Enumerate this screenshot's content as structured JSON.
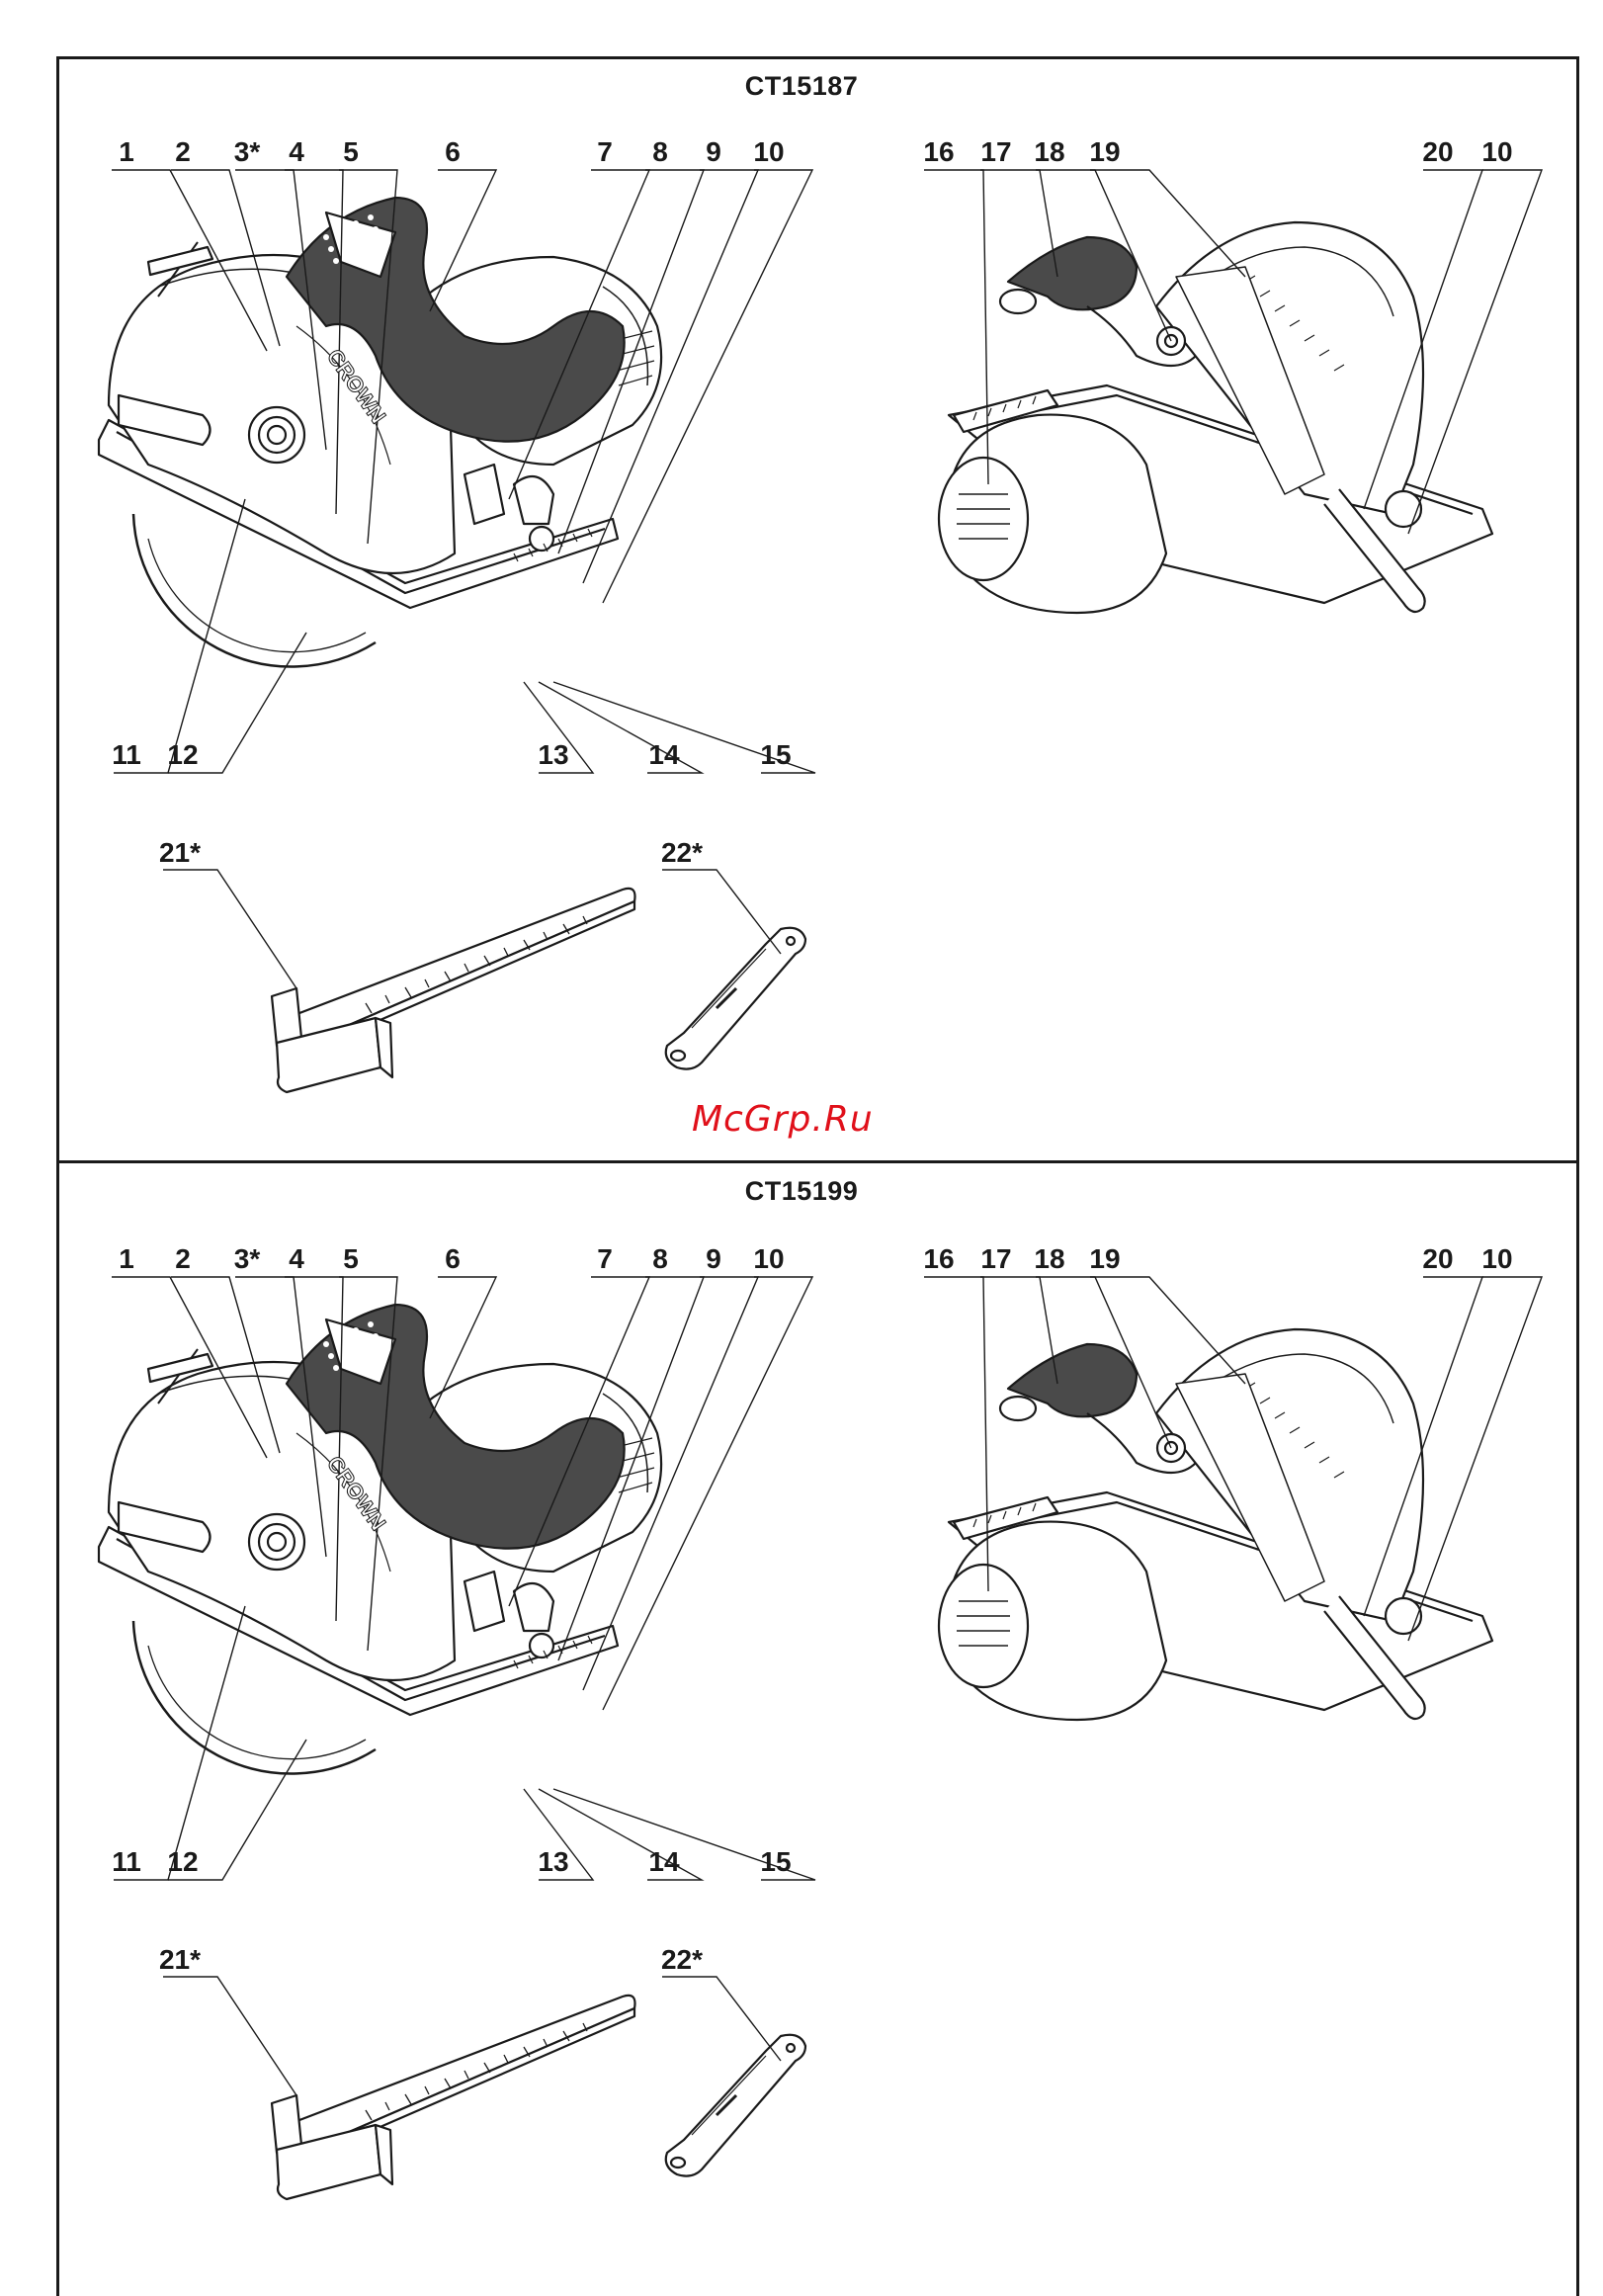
{
  "sections": [
    {
      "model": "CT15187",
      "left_labels_top": [
        "1",
        "2",
        "3*",
        "4",
        "5",
        "6",
        "7",
        "8",
        "9",
        "10"
      ],
      "right_labels_top": [
        "16",
        "17",
        "18",
        "19",
        "20",
        "10"
      ],
      "left_labels_bottom": [
        "11",
        "12",
        "13",
        "14",
        "15"
      ],
      "accessory_labels": [
        "21*",
        "22*"
      ],
      "brand": "CROWN"
    },
    {
      "model": "CT15199",
      "left_labels_top": [
        "1",
        "2",
        "3*",
        "4",
        "5",
        "6",
        "7",
        "8",
        "9",
        "10"
      ],
      "right_labels_top": [
        "16",
        "17",
        "18",
        "19",
        "20",
        "10"
      ],
      "left_labels_bottom": [
        "11",
        "12",
        "13",
        "14",
        "15"
      ],
      "accessory_labels": [
        "21*",
        "22*"
      ],
      "brand": "CROWN"
    }
  ],
  "watermark": "McGrp.Ru",
  "colors": {
    "ink": "#1a1a1a",
    "handle": "#4a4a4a",
    "watermark": "#e0101a"
  }
}
